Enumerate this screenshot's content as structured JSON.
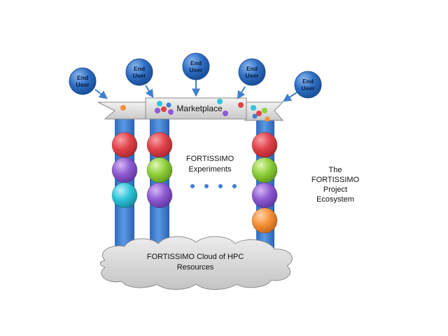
{
  "end_users": [
    {
      "label_line1": "End",
      "label_line2": "User"
    },
    {
      "label_line1": "End",
      "label_line2": "User"
    },
    {
      "label_line1": "End",
      "label_line2": "User"
    },
    {
      "label_line1": "End",
      "label_line2": "User"
    },
    {
      "label_line1": "End",
      "label_line2": "User"
    }
  ],
  "marketplace": {
    "label": "Marketplace"
  },
  "experiments": {
    "line1": "FORTISSIMO",
    "line2": "Experiments",
    "ellipsis": "● ● ● ●"
  },
  "ecosystem": {
    "line1": "The",
    "line2": "FORTISSIMO",
    "line3": "Project",
    "line4": "Ecosystem"
  },
  "cloud": {
    "line1": "FORTISSIMO Cloud of HPC",
    "line2": "Resources"
  },
  "colors": {
    "user_bubble": "#2f6fc4",
    "pillar": "#3f7fd0",
    "arrow": "#3f7fd0",
    "ribbon": "#dcdcdc",
    "cloud": "#d9d9d9",
    "red": "#e0424a",
    "purple": "#8e5ad0",
    "cyan": "#2fc4d8",
    "green": "#8fcf3a",
    "orange": "#f5913a"
  },
  "columns": [
    {
      "balls": [
        "red",
        "purple",
        "cyan"
      ]
    },
    {
      "balls": [
        "red",
        "green",
        "purple"
      ]
    },
    {
      "balls": [
        "red",
        "green",
        "purple",
        "orange"
      ]
    }
  ]
}
